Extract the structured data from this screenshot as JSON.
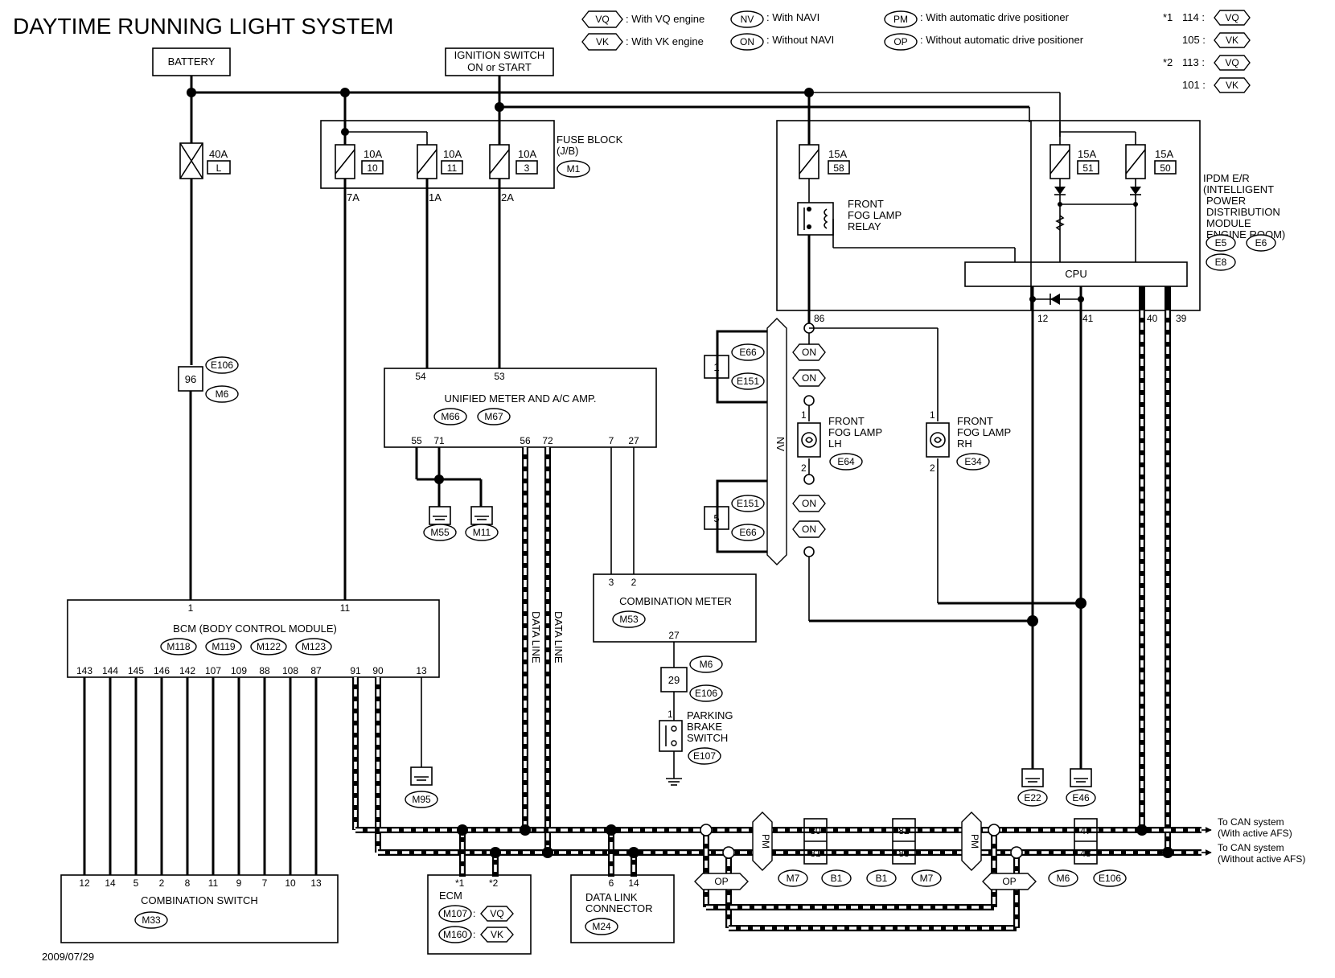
{
  "diagram": {
    "title": "DAYTIME RUNNING LIGHT SYSTEM",
    "date": "2009/07/29",
    "legend": [
      {
        "code": "VQ",
        "text": ": With VQ engine"
      },
      {
        "code": "VK",
        "text": ": With VK engine"
      },
      {
        "code": "NV",
        "text": ": With NAVI"
      },
      {
        "code": "ON",
        "text": ": Without NAVI"
      },
      {
        "code": "PM",
        "text": ": With automatic drive positioner"
      },
      {
        "code": "OP",
        "text": ": Without automatic drive positioner"
      }
    ],
    "notes": [
      {
        "mark": "*1",
        "num": "114 :",
        "code": "VQ"
      },
      {
        "mark": "",
        "num": "105 :",
        "code": "VK"
      },
      {
        "mark": "*2",
        "num": "113 :",
        "code": "VQ"
      },
      {
        "mark": "",
        "num": "101 :",
        "code": "VK"
      }
    ],
    "battery": "BATTERY",
    "ignition": [
      "IGNITION SWITCH",
      "ON or START"
    ],
    "fuse_40a": {
      "amp": "40A",
      "id": "L"
    },
    "fuse_block": {
      "label": [
        "FUSE BLOCK",
        "(J/B)"
      ],
      "conn": "M1",
      "fuses": [
        {
          "amp": "10A",
          "id": "10"
        },
        {
          "amp": "10A",
          "id": "11"
        },
        {
          "amp": "10A",
          "id": "3"
        }
      ],
      "outs": [
        "7A",
        "1A",
        "2A"
      ]
    },
    "ipdm": {
      "label": [
        "IPDM E/R",
        "(INTELLIGENT",
        "POWER",
        "DISTRIBUTION",
        "MODULE",
        "ENGINE ROOM)"
      ],
      "conns": [
        "E5",
        "E6",
        "E8"
      ],
      "fuses": [
        {
          "amp": "15A",
          "id": "58"
        },
        {
          "amp": "15A",
          "id": "51"
        },
        {
          "amp": "15A",
          "id": "50"
        }
      ],
      "relay": [
        "FRONT",
        "FOG LAMP",
        "RELAY"
      ],
      "cpu": "CPU",
      "pins": [
        "86",
        "12",
        "41",
        "40",
        "39"
      ]
    },
    "jc96": {
      "pin": "96",
      "c1": "E106",
      "c2": "M6"
    },
    "meter_amp": {
      "label": "UNIFIED METER AND A/C AMP.",
      "conns": [
        "M66",
        "M67"
      ],
      "pins_top": [
        "54",
        "53"
      ],
      "pins_bottom": [
        "55",
        "71",
        "56",
        "72",
        "7",
        "27"
      ]
    },
    "grounds": [
      "M55",
      "M11",
      "M95",
      "E22",
      "E46"
    ],
    "nv_blocks": [
      {
        "num": "1",
        "c1": "E66",
        "c2": "E151"
      },
      {
        "num": "5",
        "c1": "E151",
        "c2": "E66"
      }
    ],
    "nv": "NV",
    "on": "ON",
    "fog_lh": {
      "label": [
        "FRONT",
        "FOG LAMP",
        "LH"
      ],
      "conn": "E64",
      "p1": "1",
      "p2": "2"
    },
    "fog_rh": {
      "label": [
        "FRONT",
        "FOG LAMP",
        "RH"
      ],
      "conn": "E34",
      "p1": "1",
      "p2": "2"
    },
    "bcm": {
      "label": "BCM (BODY CONTROL MODULE)",
      "conns": [
        "M118",
        "M119",
        "M122",
        "M123"
      ],
      "pins_top": [
        "1",
        "11"
      ],
      "pins_bottom": [
        "143",
        "144",
        "145",
        "146",
        "142",
        "107",
        "109",
        "88",
        "108",
        "87",
        "91",
        "90",
        "13"
      ]
    },
    "combi_meter": {
      "label": "COMBINATION METER",
      "conn": "M53",
      "pins_top": [
        "3",
        "2"
      ],
      "pin_bottom": "27"
    },
    "jc29": {
      "pin": "29",
      "c1": "M6",
      "c2": "E106"
    },
    "parking": {
      "label": [
        "PARKING",
        "BRAKE",
        "SWITCH"
      ],
      "conn": "E107",
      "pin": "1"
    },
    "data_line": "DATA LINE",
    "combi_switch": {
      "label": "COMBINATION SWITCH",
      "conn": "M33",
      "pins": [
        "12",
        "14",
        "5",
        "2",
        "8",
        "11",
        "9",
        "7",
        "10",
        "13"
      ]
    },
    "ecm": {
      "label": "ECM",
      "marks": [
        "*1",
        "*2"
      ],
      "rows": [
        {
          "conn": "M107",
          "code": "VQ"
        },
        {
          "conn": "M160",
          "code": "VK"
        }
      ]
    },
    "dlc": {
      "label": [
        "DATA LINK",
        "CONNECTOR"
      ],
      "conn": "M24",
      "pins": [
        "6",
        "14"
      ]
    },
    "pm": "PM",
    "op": "OP",
    "can_pins": [
      {
        "top": "80",
        "bottom": "81",
        "c1": "M7",
        "c2": "B1"
      },
      {
        "top": "82",
        "bottom": "83",
        "c1": "B1",
        "c2": "M7"
      },
      {
        "top": "47",
        "bottom": "48",
        "c1": "M6",
        "c2": "E106"
      }
    ],
    "to_can_1": [
      "To CAN system",
      "(With active AFS)"
    ],
    "to_can_2": [
      "To CAN system",
      "(Without active AFS)"
    ]
  }
}
